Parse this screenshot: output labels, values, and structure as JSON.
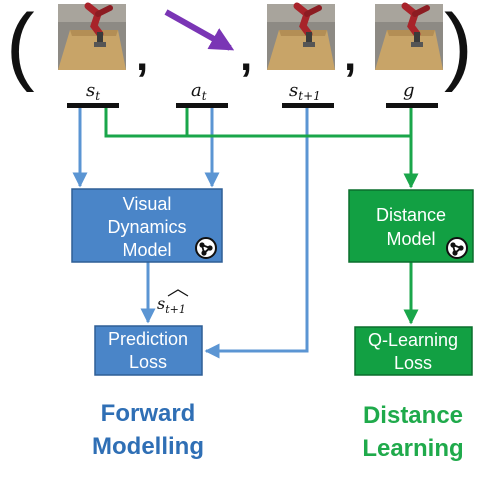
{
  "colors": {
    "blue_box": "#4a85c8",
    "blue_box_border": "#2e5e95",
    "green_box": "#12a043",
    "green_box_border": "#0b6e2d",
    "blue_line": "#5b95d3",
    "green_line": "#1aa64a",
    "purple_arrow": "#7a35b5",
    "blue_heading": "#2f6fb5",
    "green_heading": "#1faa4b",
    "robot_red": "#a8232a",
    "table_wood": "#c8a468"
  },
  "tuple": {
    "open_paren": "(",
    "close_paren": ")",
    "comma": ",",
    "items": [
      {
        "label": "s",
        "sub": "t"
      },
      {
        "label": "a",
        "sub": "t"
      },
      {
        "label": "s",
        "sub": "t+1"
      },
      {
        "label": "g",
        "sub": ""
      }
    ]
  },
  "boxes": {
    "visual_dynamics": {
      "lines": [
        "Visual",
        "Dynamics",
        "Model"
      ],
      "icon": "network-icon"
    },
    "distance_model": {
      "lines": [
        "Distance",
        "Model"
      ],
      "icon": "network-icon"
    },
    "prediction_loss": {
      "lines": [
        "Prediction",
        "Loss"
      ]
    },
    "q_learning_loss": {
      "lines": [
        "Q-Learning",
        "Loss"
      ]
    }
  },
  "predicted_state": {
    "label": "s",
    "sub": "t+1"
  },
  "sections": {
    "forward": {
      "lines": [
        "Forward",
        "Modelling"
      ]
    },
    "distance": {
      "lines": [
        "Distance",
        "Learning"
      ]
    }
  }
}
